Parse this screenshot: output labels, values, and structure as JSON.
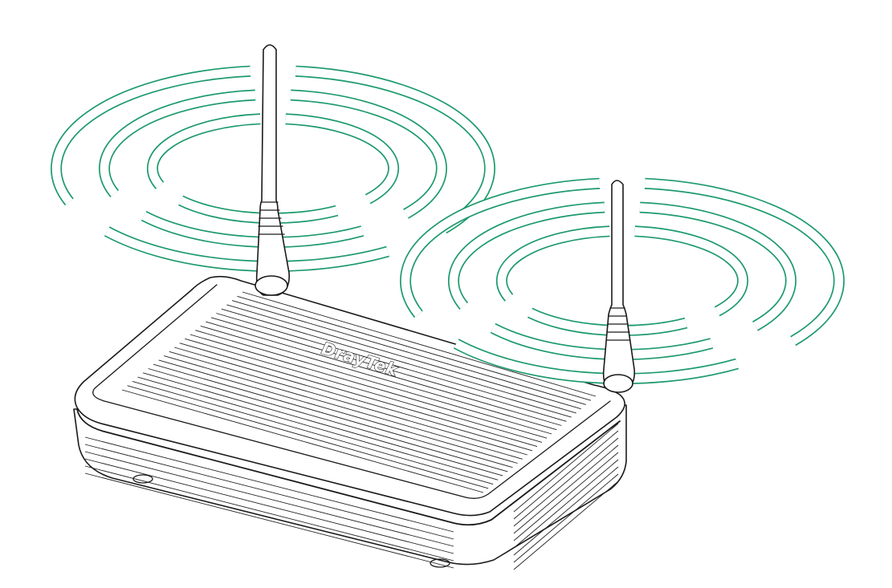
{
  "brand": {
    "logo_text": "DrayTek"
  },
  "colors": {
    "signal_waves": "#1d9a6c",
    "outline": "#1a1a1a",
    "background": "#ffffff"
  },
  "illustration": {
    "subject": "wireless-router-with-two-antennas",
    "antennas": 2,
    "signal_rings_per_antenna": 3,
    "icons": [
      "antenna-left-icon",
      "antenna-right-icon",
      "wifi-signal-waves-icon"
    ]
  }
}
